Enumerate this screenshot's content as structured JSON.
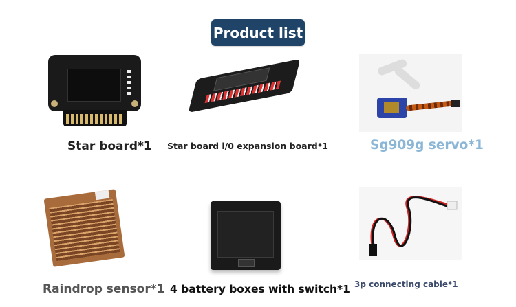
{
  "title": "Product list",
  "products": [
    {
      "label": "Star board*1",
      "color": "#222222"
    },
    {
      "label": "Star board l/0 expansion board*1",
      "color": "#222222"
    },
    {
      "label": "Sg909g servo*1",
      "color": "#8bb6d6"
    },
    {
      "label": "Raindrop sensor*1",
      "color": "#555555"
    },
    {
      "label": "4 battery boxes with switch*1",
      "color": "#111111"
    },
    {
      "label": "3p connecting cable*1",
      "color": "#3b4a6b"
    }
  ],
  "colors": {
    "title_bg": "#1f4467"
  }
}
